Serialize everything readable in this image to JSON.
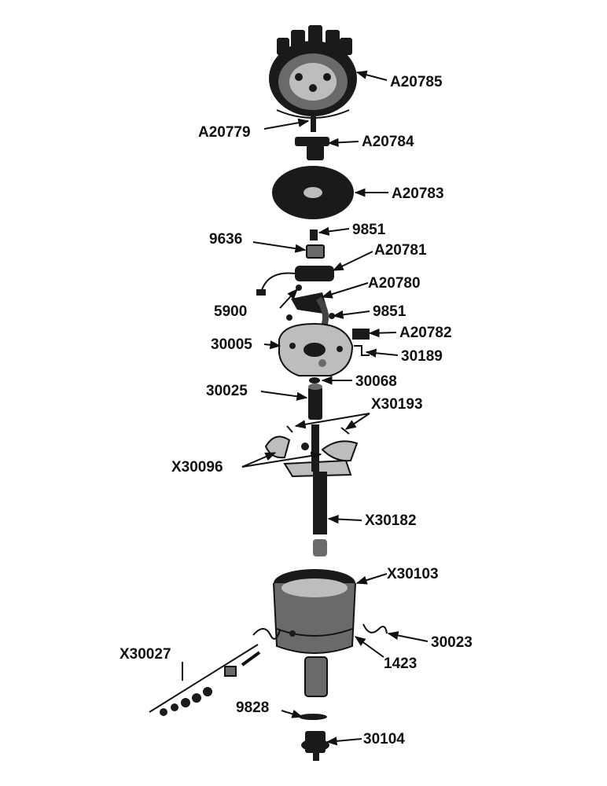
{
  "labels": {
    "A20785": "A20785",
    "A20779": "A20779",
    "A20784": "A20784",
    "A20783": "A20783",
    "n9851_top": "9851",
    "n9636": "9636",
    "A20781": "A20781",
    "A20780": "A20780",
    "n5900": "5900",
    "n9851_mid": "9851",
    "A20782": "A20782",
    "n30005": "30005",
    "n30189": "30189",
    "n30068": "30068",
    "n30025": "30025",
    "X30193": "X30193",
    "X30096": "X30096",
    "X30182": "X30182",
    "X30103": "X30103",
    "n30023": "30023",
    "X30027": "X30027",
    "n1423": "1423",
    "n9828": "9828",
    "n30104": "30104"
  }
}
